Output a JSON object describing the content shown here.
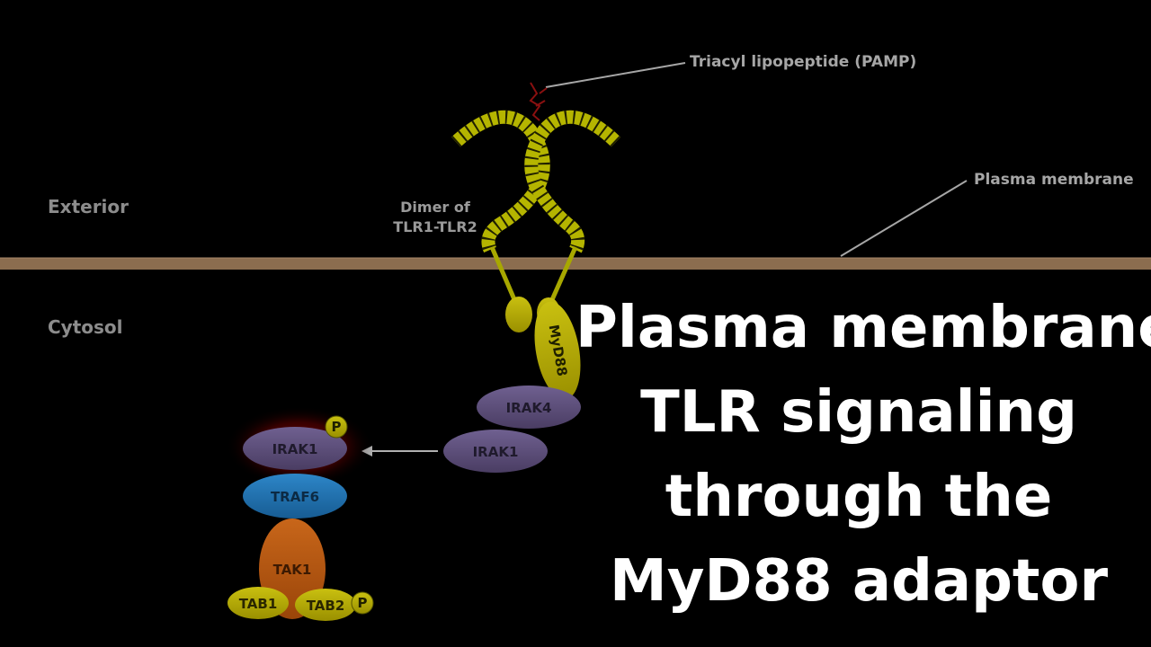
{
  "regions": {
    "exterior": "Exterior",
    "cytosol": "Cytosol"
  },
  "callouts": {
    "pamp": "Triacyl lipopeptide (PAMP)",
    "membrane": "Plasma membrane"
  },
  "receptor": {
    "line1": "Dimer of",
    "line2": "TLR1-TLR2"
  },
  "proteins": {
    "myd88": "MyD88",
    "irak4": "IRAK4",
    "irak1_bound": "IRAK1",
    "irak1_active": "IRAK1",
    "traf6": "TRAF6",
    "tak1": "TAK1",
    "tab1": "TAB1",
    "tab2": "TAB2",
    "phospho_irak1": "P",
    "phospho_tab2": "P"
  },
  "title": {
    "line1": "Plasma membrane",
    "line2": "TLR signaling",
    "line3": "through the",
    "line4": "MyD88 adaptor"
  },
  "colors": {
    "background": "#000000",
    "membrane": "#8b6d4f",
    "receptor": "#b5b500",
    "irak": "#5e4f78",
    "traf6": "#1f6fb0",
    "tak1": "#b8560e",
    "tab": "#b5a800",
    "pamp": "#8a1010",
    "title": "#ffffff"
  }
}
